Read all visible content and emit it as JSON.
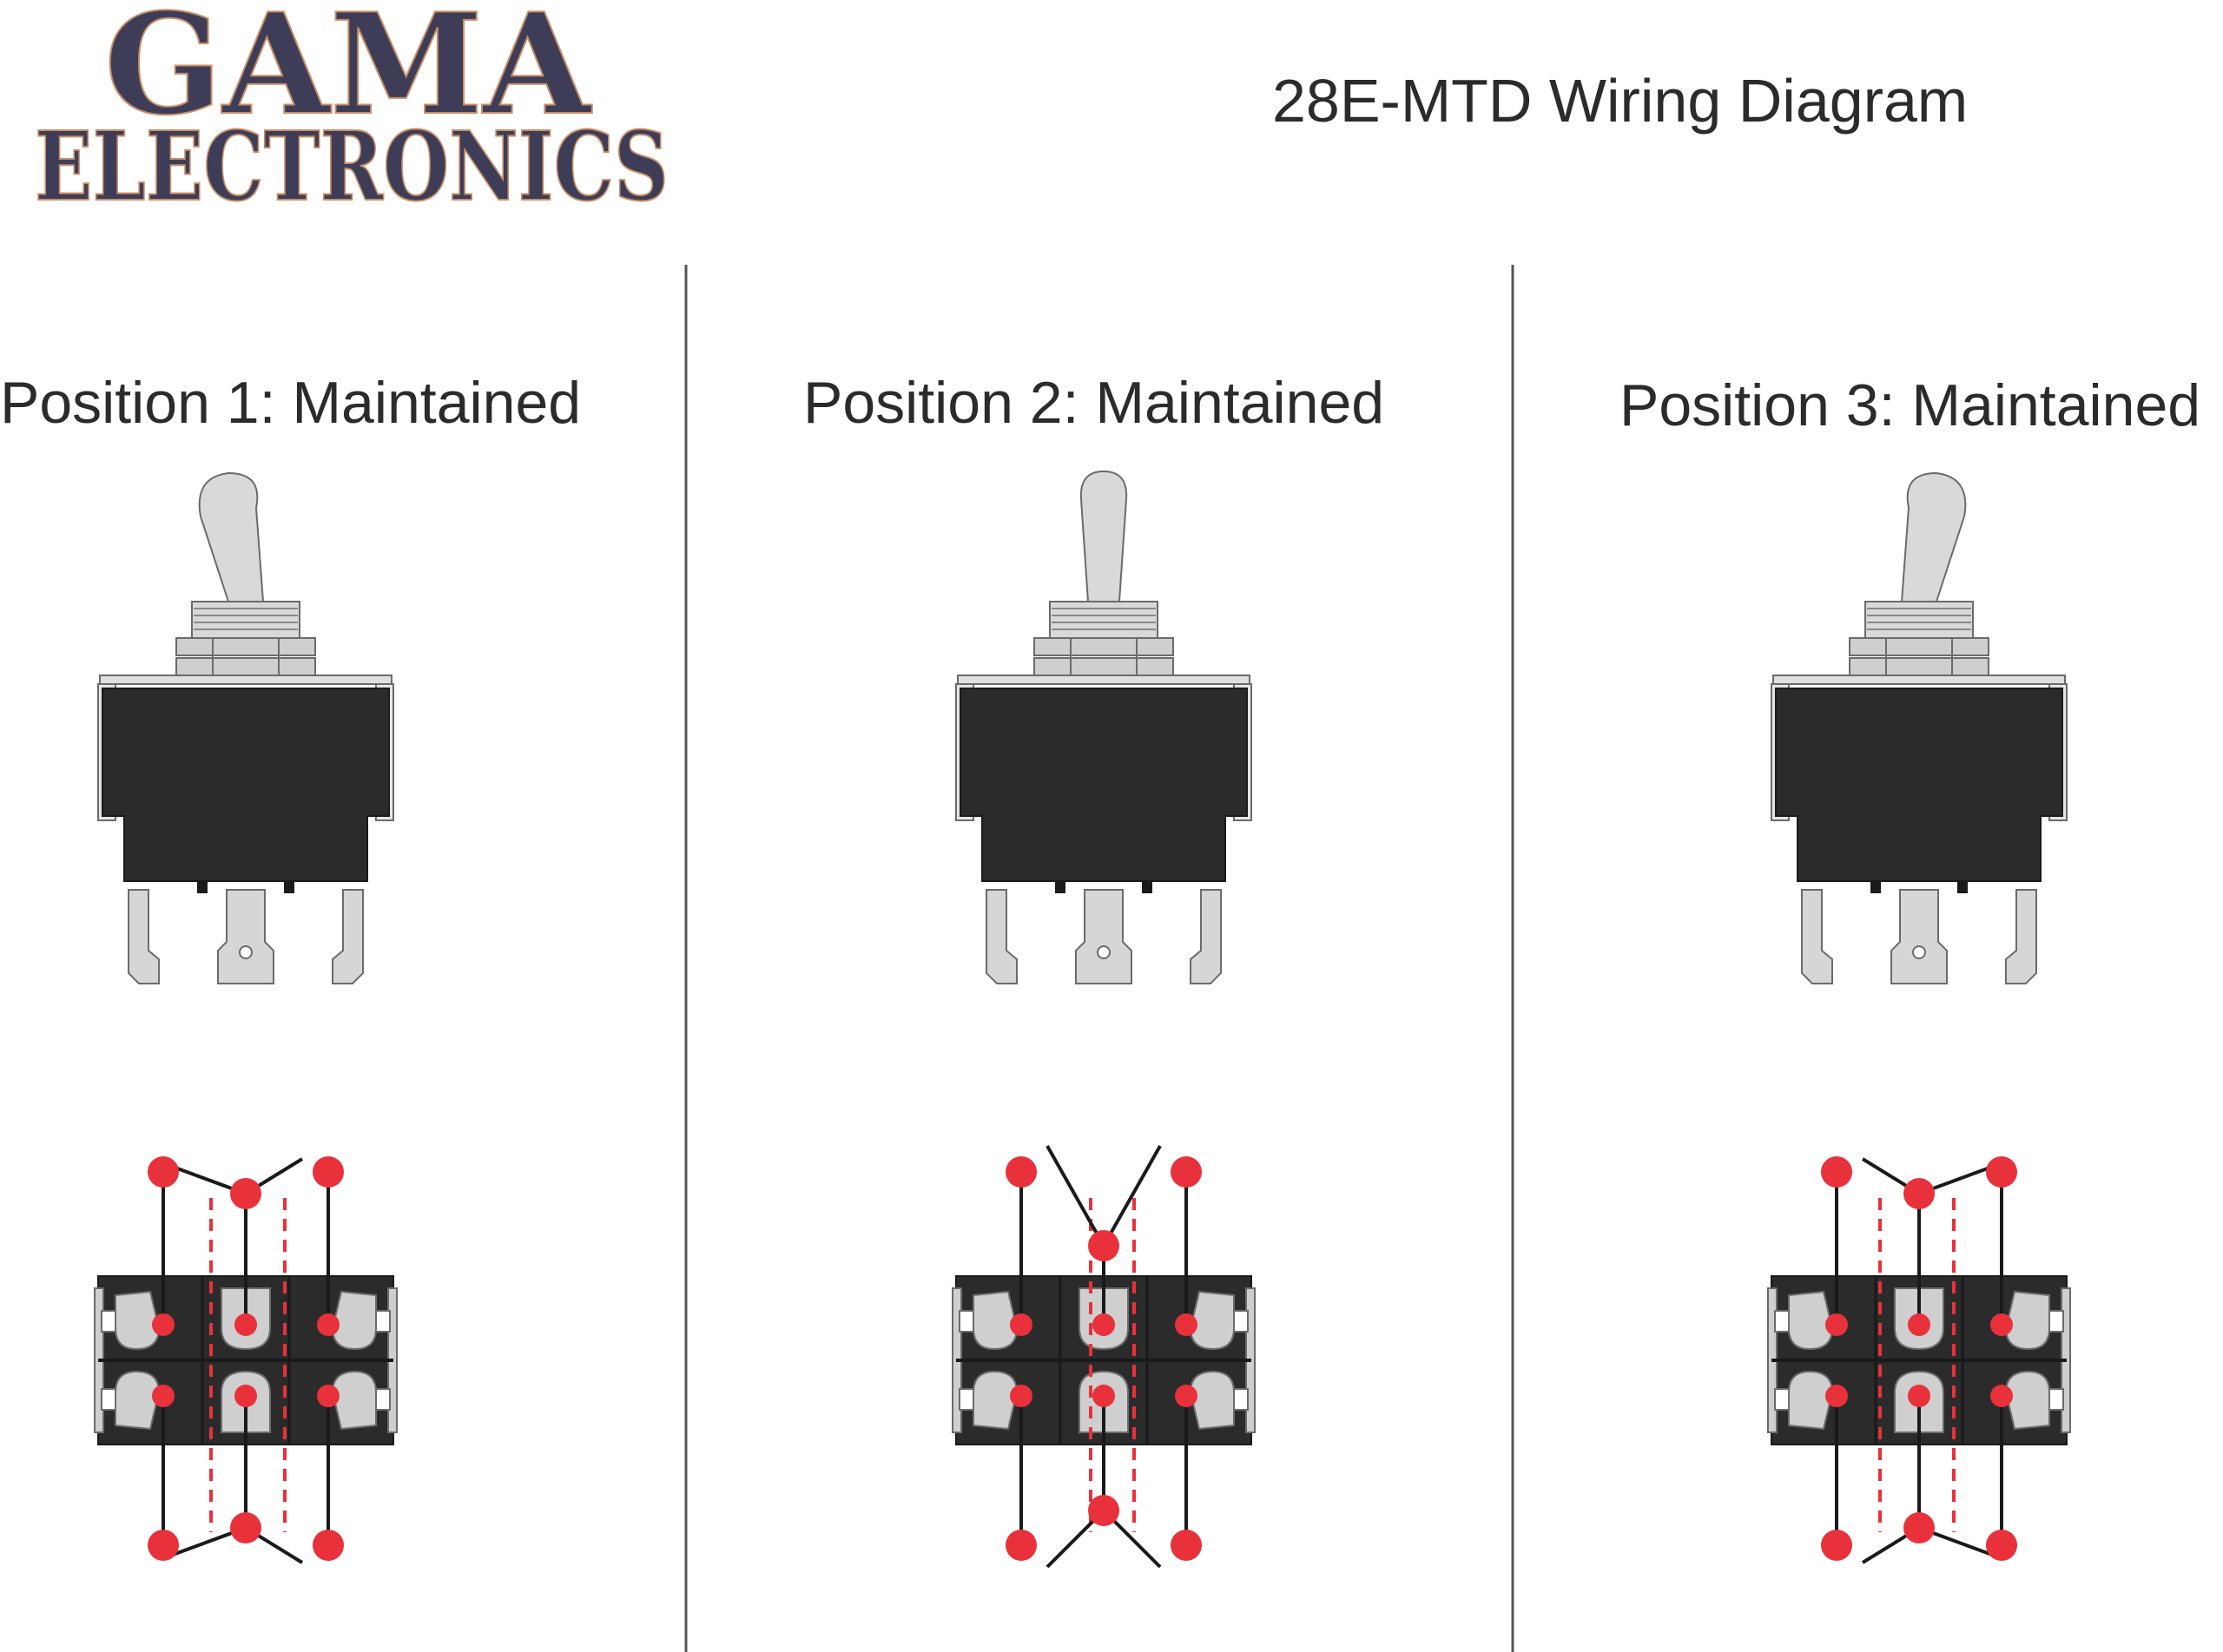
{
  "logo": {
    "line1": "GAMA",
    "line2": "ELECTRONICS"
  },
  "title": "28E-MTD Wiring Diagram",
  "positions": [
    {
      "label": "Position 1: Maintained",
      "lever": "left",
      "connection": "left"
    },
    {
      "label": "Position 2: Maintained",
      "lever": "center",
      "connection": "center"
    },
    {
      "label": "Position 3: Maintained",
      "lever": "right",
      "connection": "right"
    }
  ],
  "colors": {
    "logo_fill": "#3e3d57",
    "logo_outline": "#c98e66",
    "switch_body": "#2b2b2b",
    "metal": "#d4d4d4",
    "terminal_dot": "#e8313a",
    "wire": "#1a1a1a",
    "internal_link": "#e8313a",
    "divider": "#555555"
  }
}
